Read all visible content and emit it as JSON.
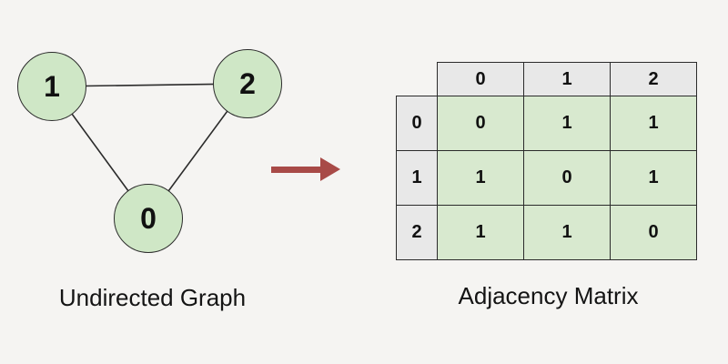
{
  "graph": {
    "caption": "Undirected Graph",
    "nodes": [
      {
        "label": "1"
      },
      {
        "label": "2"
      },
      {
        "label": "0"
      }
    ],
    "edges": [
      {
        "from": "1",
        "to": "2"
      },
      {
        "from": "1",
        "to": "0"
      },
      {
        "from": "2",
        "to": "0"
      }
    ]
  },
  "arrow": {
    "direction": "right"
  },
  "matrix": {
    "caption": "Adjacency Matrix",
    "col_headers": [
      "0",
      "1",
      "2"
    ],
    "row_headers": [
      "0",
      "1",
      "2"
    ],
    "values": [
      [
        "0",
        "1",
        "1"
      ],
      [
        "1",
        "0",
        "1"
      ],
      [
        "1",
        "1",
        "0"
      ]
    ]
  },
  "colors": {
    "background": "#f5f4f2",
    "node_fill": "#cfe7c6",
    "cell_fill": "#d8e9cf",
    "header_fill": "#e8e8e8",
    "arrow": "#a84a47",
    "stroke": "#2b2b2b"
  }
}
